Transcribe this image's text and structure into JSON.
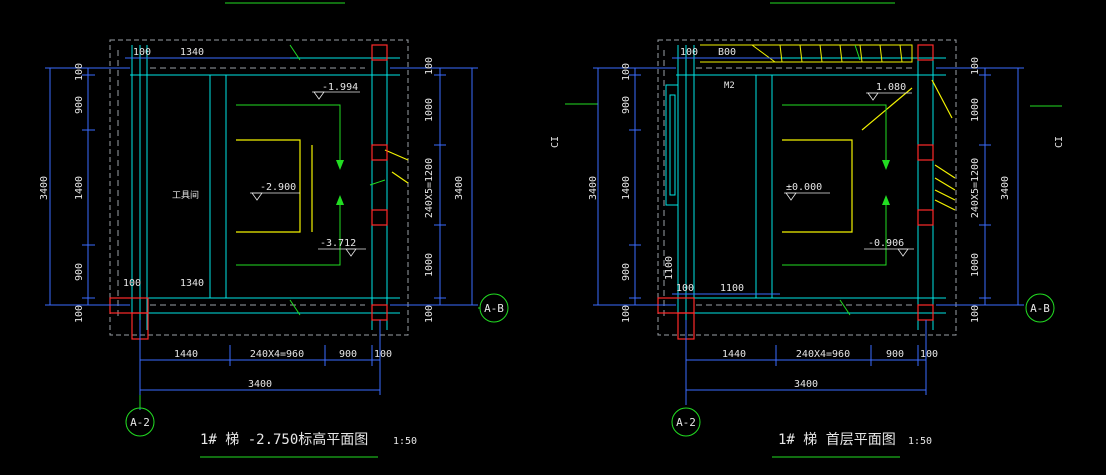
{
  "colors": {
    "background": "#000000",
    "dim_line": "#3a6cff",
    "wall": "#00e5e5",
    "stair": "#f2f200",
    "elev": "#22dd22",
    "column": "#ff2a2a",
    "text": "#e6e6e6",
    "dash": "#9aa0a6"
  },
  "left_plan": {
    "title": "1# 梯 -2.750标高平面图",
    "scale": "1:50",
    "grid_bottom": "A-2",
    "grid_right": "A-B",
    "top_dims": {
      "d1": "100",
      "d2": "1340"
    },
    "inner_dims": {
      "d1": "100",
      "d2": "1340"
    },
    "left_dims": {
      "a": "100",
      "b": "900",
      "c": "1400",
      "d": "900",
      "e": "100",
      "total": "3400"
    },
    "right_dims": {
      "a": "100",
      "b": "1000",
      "c": "240X5=1200",
      "d": "1000",
      "e": "100",
      "total": "3400"
    },
    "bottom_dims": {
      "a": "1440",
      "b": "240X4=960",
      "c": "900",
      "d": "100",
      "total": "3400"
    },
    "elevations": {
      "top": "-1.994",
      "middle": "-2.900",
      "bottom": "-3.712"
    },
    "room_label": "工具间",
    "side_label": "CI"
  },
  "right_plan": {
    "title": "1# 梯  首层平面图",
    "scale": "1:50",
    "grid_bottom": "A-2",
    "grid_right": "A-B",
    "top_dims": {
      "d1": "100",
      "d2": "B00"
    },
    "inner_dims": {
      "d1": "100",
      "d2": "1100"
    },
    "left_dims": {
      "a": "100",
      "b": "900",
      "c": "1400",
      "d": "900",
      "e": "100",
      "total": "3400",
      "extra": "1100"
    },
    "right_dims": {
      "a": "100",
      "b": "1000",
      "c": "240X5=1200",
      "d": "1000",
      "e": "100",
      "total": "3400"
    },
    "bottom_dims": {
      "a": "1440",
      "b": "240X4=960",
      "c": "900",
      "d": "100",
      "total": "3400"
    },
    "elevations": {
      "top": "1.080",
      "middle": "±0.000",
      "bottom": "-0.906"
    },
    "door_label": "M2",
    "side_label": "CI"
  }
}
